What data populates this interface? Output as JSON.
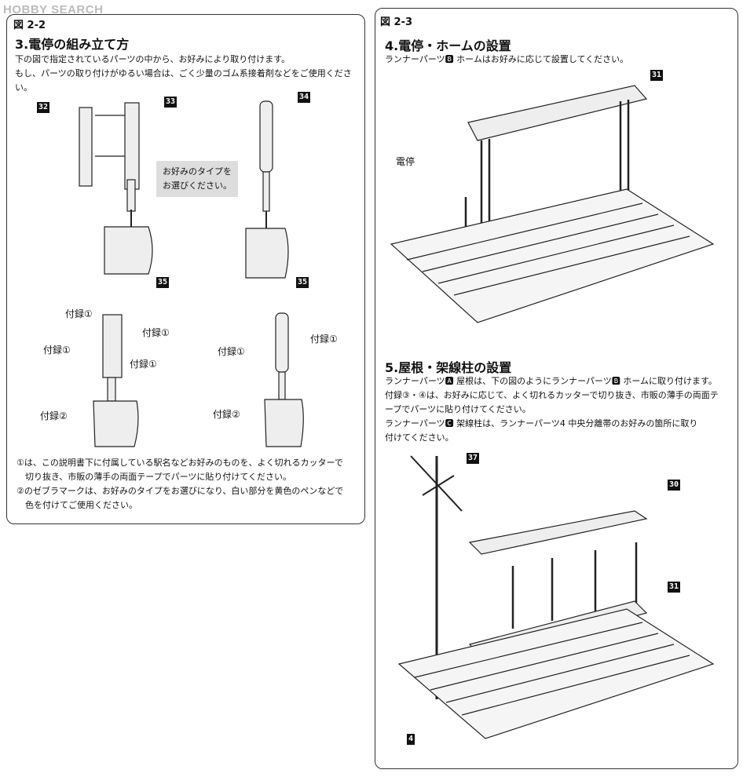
{
  "watermark": "HOBBY SEARCH",
  "left": {
    "fig_label": "図 2-2",
    "title": "3.電停の組み立て方",
    "lines": [
      "下の図で指定されているパーツの中から、お好みにより取り付けます。",
      "もし、パーツの取り付けがゆるい場合は、ごく少量のゴム系接着剤などをご使用ください。"
    ],
    "callouts": {
      "c32": "32",
      "c33": "33",
      "c34": "34",
      "c35a": "35",
      "c35b": "35"
    },
    "note_box": [
      "お好みのタイプを",
      "お選びください。"
    ],
    "fuku1": "付録①",
    "fuku2": "付録②",
    "notes": [
      "①は、この説明書下に付属している駅名などお好みのものを、よく切れるカッターで",
      "　切り抜き、市販の薄手の両面テープでパーツに貼り付けてください。",
      "②のゼブラマークは、お好みのタイプをお選びになり、白い部分を黄色のペンなどで",
      "　色を付けてご使用ください。"
    ]
  },
  "right": {
    "fig_label": "図 2-3",
    "sec4_title": "4.電停・ホームの設置",
    "sec4_line": "ランナーパーツ🅱 ホームはお好みに応じて設置してください。",
    "dentei": "電停",
    "sec5_title": "5.屋根・架線柱の設置",
    "sec5_lines": [
      "ランナーパーツ🅰 屋根は、下の図のようにランナーパーツ🅱 ホームに取り付けます。",
      "付録③・④は、お好みに応じて、よく切れるカッターで切り抜き、市販の薄手の両面テ",
      "ープでパーツに貼り付けてください。",
      "ランナーパーツ🅲 架線柱は、ランナーパーツ4 中央分離帯のお好みの箇所に取り",
      "付けてください。"
    ],
    "callouts": {
      "c31a": "31",
      "c37": "37",
      "c30": "30",
      "c31b": "31",
      "c4": "4"
    }
  }
}
